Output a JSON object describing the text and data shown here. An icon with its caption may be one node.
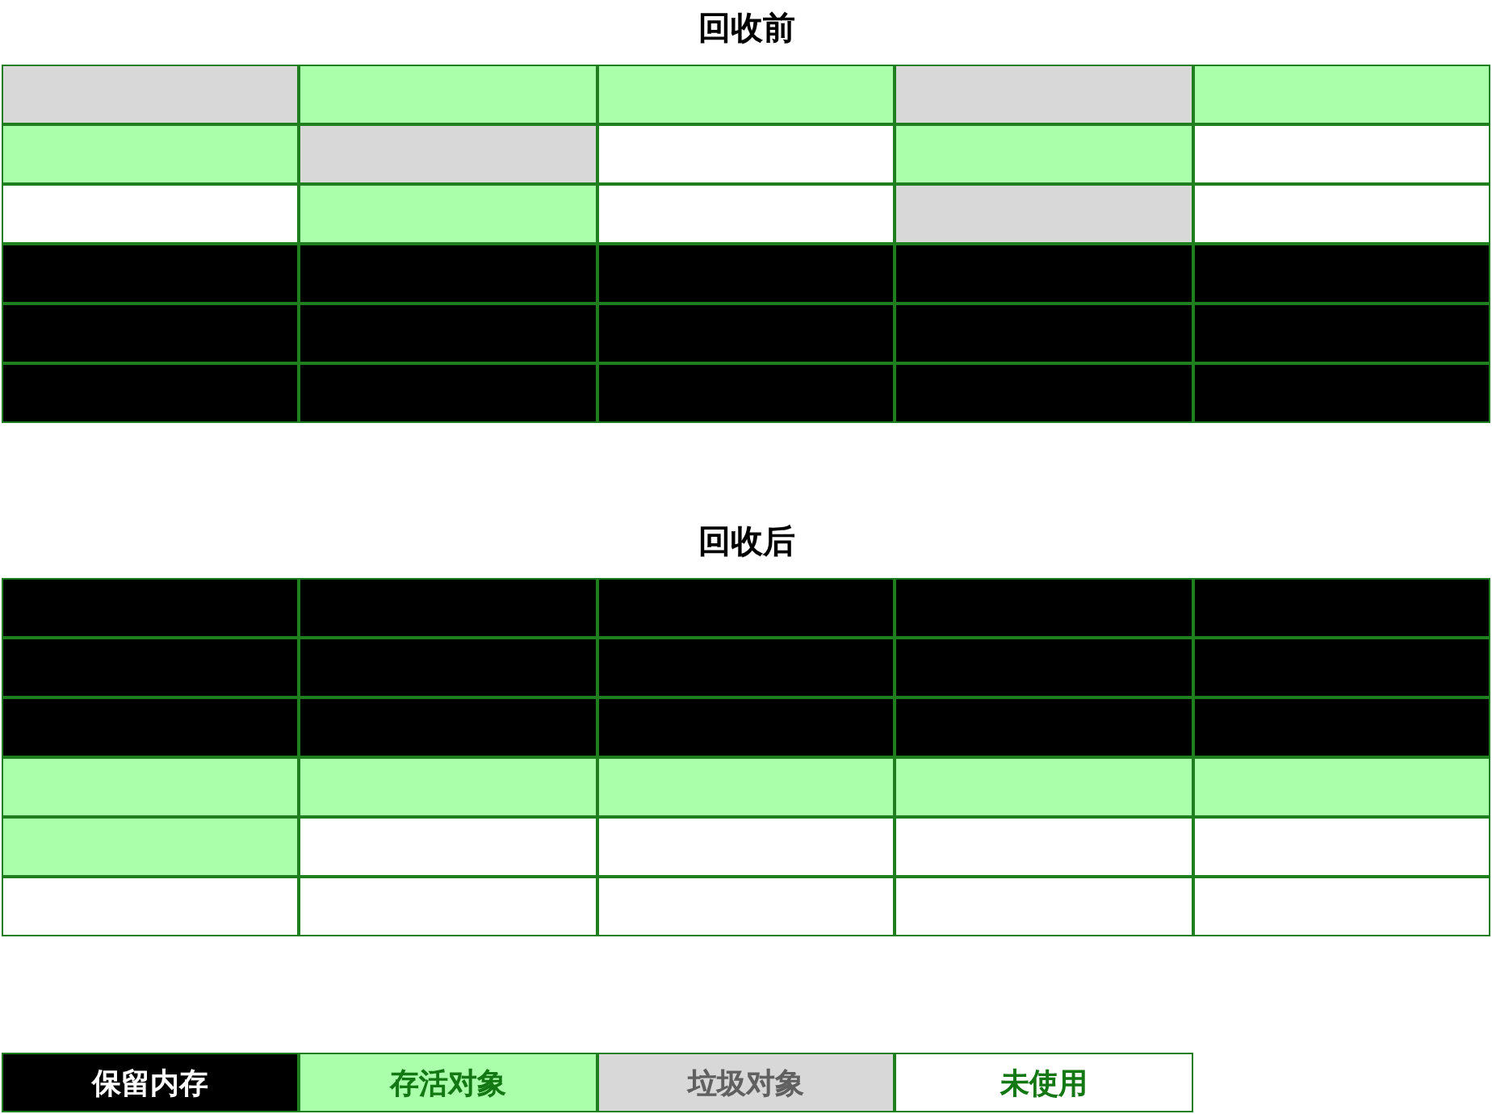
{
  "diagram": {
    "nodes": [
      {
        "text": [
          "回收前"
        ]
      },
      {
        "text": [],
        "shape": "box",
        "in": 0
      },
      {
        "text": [],
        "shape": "box",
        "in": 0
      },
      {
        "text": [],
        "shape": "box",
        "in": 0
      },
      {
        "text": [],
        "shape": "box",
        "in": 0
      },
      {
        "text": [],
        "shape": "box",
        "in": 0
      },
      {
        "text": [],
        "shape": "box",
        "in": 0
      },
      {
        "text": [],
        "shape": "box",
        "in": 0
      },
      {
        "text": [],
        "shape": "box",
        "in": 0
      },
      {
        "text": [],
        "shape": "box",
        "in": 0
      },
      {
        "text": [],
        "shape": "box",
        "in": 0
      },
      {
        "text": [],
        "shape": "box",
        "in": 0
      },
      {
        "text": [],
        "shape": "box",
        "in": 0
      },
      {
        "text": [],
        "shape": "box",
        "in": 0
      },
      {
        "text": [],
        "shape": "box",
        "in": 0
      },
      {
        "text": [],
        "shape": "box",
        "in": 0
      },
      {
        "text": [],
        "shape": "box",
        "in": 0
      },
      {
        "text": [],
        "shape": "box",
        "in": 0
      },
      {
        "text": [],
        "shape": "box",
        "in": 0
      },
      {
        "text": [],
        "shape": "box",
        "in": 0
      },
      {
        "text": [],
        "shape": "box",
        "in": 0
      },
      {
        "text": [],
        "shape": "box",
        "in": 0
      },
      {
        "text": [],
        "shape": "box",
        "in": 0
      },
      {
        "text": [],
        "shape": "box",
        "in": 0
      },
      {
        "text": [],
        "shape": "box",
        "in": 0
      },
      {
        "text": [],
        "shape": "box",
        "in": 0
      },
      {
        "text": [],
        "shape": "box",
        "in": 0
      },
      {
        "text": [],
        "shape": "box",
        "in": 0
      },
      {
        "text": [],
        "shape": "box",
        "in": 0
      },
      {
        "text": [],
        "shape": "box",
        "in": 0
      },
      {
        "text": [],
        "shape": "box",
        "in": 0
      },
      {
        "text": [
          "回收后"
        ]
      },
      {
        "text": [],
        "shape": "box",
        "in": 31
      },
      {
        "text": [],
        "shape": "box",
        "in": 31
      },
      {
        "text": [],
        "shape": "box",
        "in": 31
      },
      {
        "text": [],
        "shape": "box",
        "in": 31
      },
      {
        "text": [],
        "shape": "box",
        "in": 31
      },
      {
        "text": [],
        "shape": "box",
        "in": 31
      },
      {
        "text": [],
        "shape": "box",
        "in": 31
      },
      {
        "text": [],
        "shape": "box",
        "in": 31
      },
      {
        "text": [],
        "shape": "box",
        "in": 31
      },
      {
        "text": [],
        "shape": "box",
        "in": 31
      },
      {
        "text": [],
        "shape": "box",
        "in": 31
      },
      {
        "text": [],
        "shape": "box",
        "in": 31
      },
      {
        "text": [],
        "shape": "box",
        "in": 31
      },
      {
        "text": [],
        "shape": "box",
        "in": 31
      },
      {
        "text": [],
        "shape": "box",
        "in": 31
      },
      {
        "text": [],
        "shape": "box",
        "in": 31
      },
      {
        "text": [],
        "shape": "box",
        "in": 31
      },
      {
        "text": [],
        "shape": "box",
        "in": 31
      },
      {
        "text": [],
        "shape": "box",
        "in": 31
      },
      {
        "text": [],
        "shape": "box",
        "in": 31
      },
      {
        "text": [],
        "shape": "box",
        "in": 31
      },
      {
        "text": [],
        "shape": "box",
        "in": 31
      },
      {
        "text": [],
        "shape": "box",
        "in": 31
      },
      {
        "text": [],
        "shape": "box",
        "in": 31
      },
      {
        "text": [],
        "shape": "box",
        "in": 31
      },
      {
        "text": [],
        "shape": "box",
        "in": 31
      },
      {
        "text": [],
        "shape": "box",
        "in": 31
      },
      {
        "text": [],
        "shape": "box",
        "in": 31
      },
      {
        "text": [],
        "shape": "box",
        "in": 31
      },
      {
        "text": [],
        "shape": "box",
        "in": 31
      }
    ],
    "edges": [],
    "legend": [
      {
        "text": "保留内存",
        "color": "#000000"
      },
      {
        "text": "存活对象",
        "color": "#aaffaa"
      },
      {
        "text": "垃圾对象",
        "color": "#d8d8d8"
      },
      {
        "text": "未使用",
        "color": "#ffffff"
      }
    ]
  }
}
